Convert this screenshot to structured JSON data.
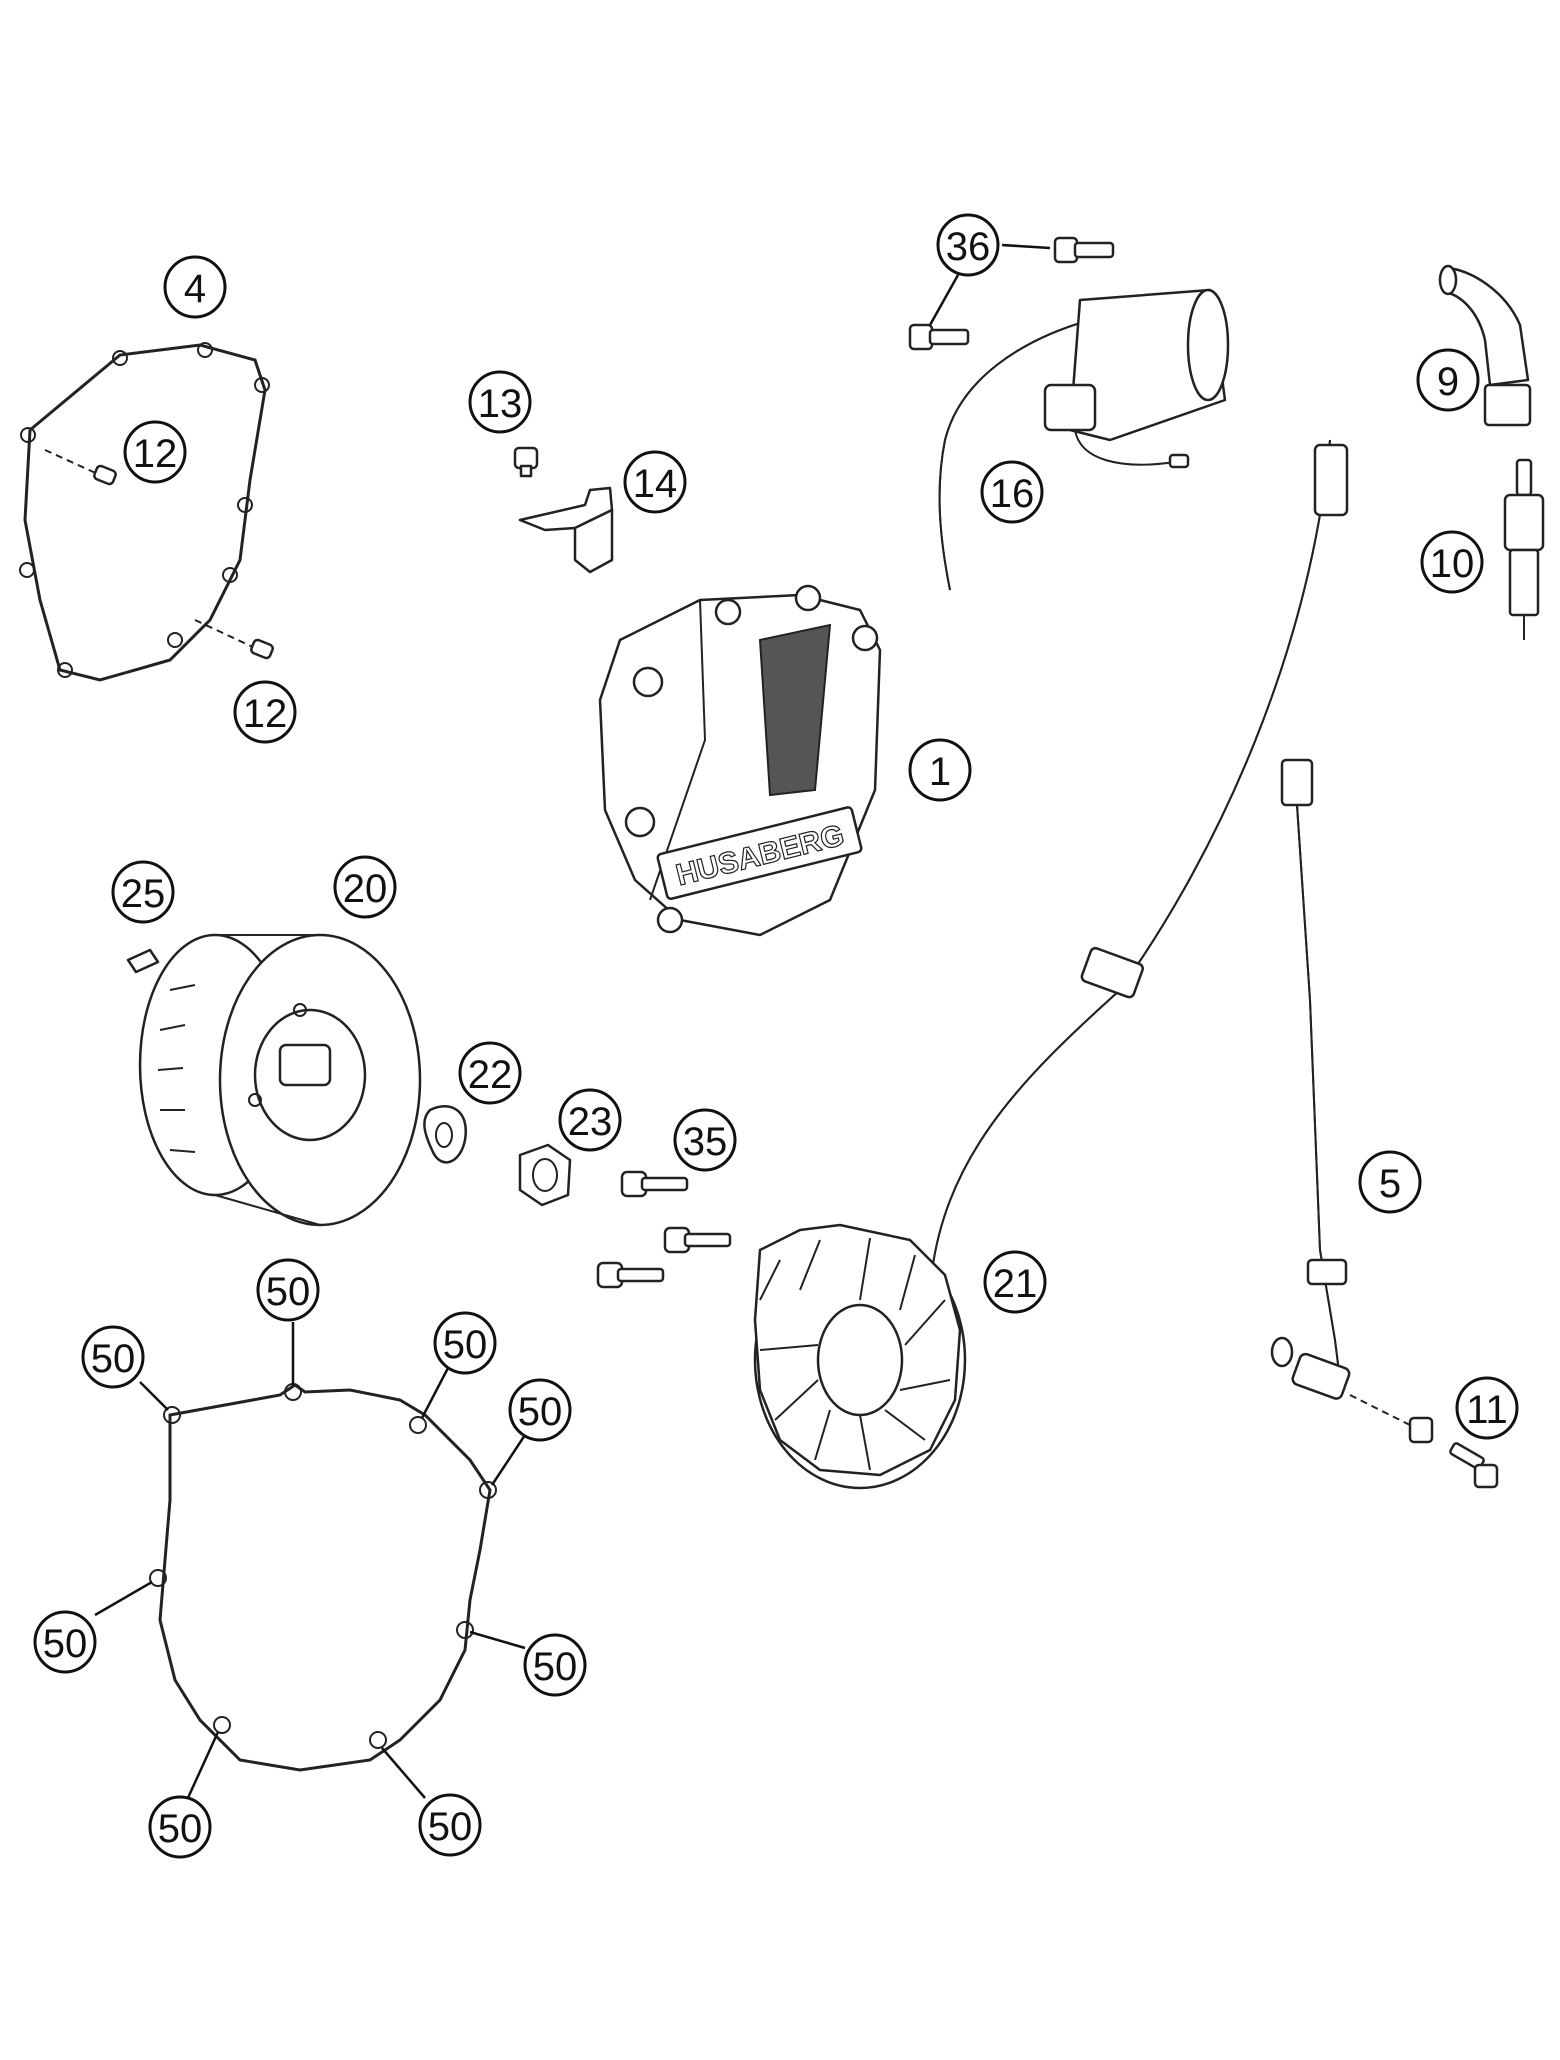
{
  "colors": {
    "line": "#222222",
    "background": "#ffffff"
  },
  "brand_logo": "HUSABERG",
  "callouts": [
    {
      "id": "c4",
      "text": "4"
    },
    {
      "id": "c12a",
      "text": "12"
    },
    {
      "id": "c12b",
      "text": "12"
    },
    {
      "id": "c13",
      "text": "13"
    },
    {
      "id": "c14",
      "text": "14"
    },
    {
      "id": "c36",
      "text": "36"
    },
    {
      "id": "c16",
      "text": "16"
    },
    {
      "id": "c9",
      "text": "9"
    },
    {
      "id": "c10",
      "text": "10"
    },
    {
      "id": "c1",
      "text": "1"
    },
    {
      "id": "c25",
      "text": "25"
    },
    {
      "id": "c20",
      "text": "20"
    },
    {
      "id": "c22",
      "text": "22"
    },
    {
      "id": "c23",
      "text": "23"
    },
    {
      "id": "c35",
      "text": "35"
    },
    {
      "id": "c5",
      "text": "5"
    },
    {
      "id": "c21",
      "text": "21"
    },
    {
      "id": "c11",
      "text": "11"
    },
    {
      "id": "c50a",
      "text": "50"
    },
    {
      "id": "c50b",
      "text": "50"
    },
    {
      "id": "c50c",
      "text": "50"
    },
    {
      "id": "c50d",
      "text": "50"
    },
    {
      "id": "c50e",
      "text": "50"
    },
    {
      "id": "c50f",
      "text": "50"
    },
    {
      "id": "c50g",
      "text": "50"
    },
    {
      "id": "c50h",
      "text": "50"
    }
  ]
}
